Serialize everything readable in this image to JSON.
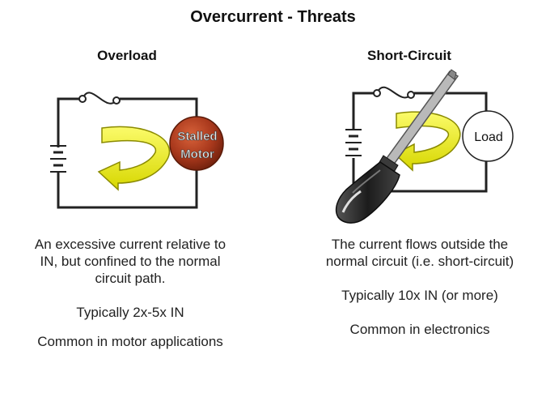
{
  "title": "Overcurrent - Threats",
  "left": {
    "heading": "Overload",
    "component_label_line1": "Stalled",
    "component_label_line2": "Motor",
    "text_line1": "An excessive current relative to",
    "text_line2_prefix": "I",
    "text_line2_sub": "N",
    "text_line2_rest": ", but confined to the normal",
    "text_line3": "circuit path.",
    "typical_prefix": "Typically 2x-5x I",
    "typical_sub": "N",
    "common": "Common in motor applications"
  },
  "right": {
    "heading": "Short-Circuit",
    "component_label": "Load",
    "text_line1": "The current flows outside the",
    "text_line2": "normal circuit (i.e. short-circuit)",
    "typical_prefix": "Typically 10x I",
    "typical_sub": "N",
    "typical_suffix": " (or more)",
    "common": "Common in electronics"
  },
  "colors": {
    "arrow_fill": "#f2f200",
    "arrow_stroke": "#8a8a00",
    "motor_fill": "#a8381c",
    "screwdriver_handle": "#2a2a2a",
    "screwdriver_shaft": "#b9b9b9"
  }
}
